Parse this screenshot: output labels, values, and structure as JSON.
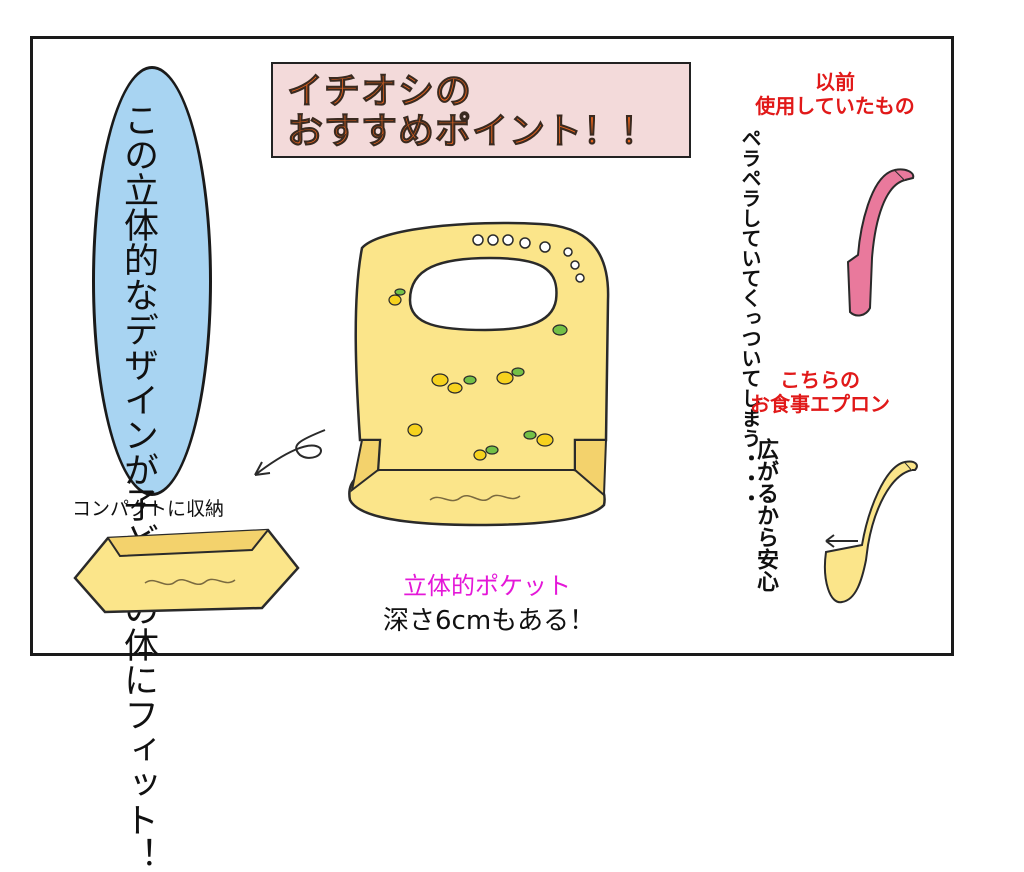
{
  "title": {
    "line1": "イチオシの",
    "line2": "おすすめポイント！！"
  },
  "speech_bubble": {
    "text": "この立体的なデザインが子どもの体にフィット！"
  },
  "previous": {
    "label_line1": "以前",
    "label_line2": "使用していたもの",
    "note": "ペラペラしていてくっついてしまう・・・"
  },
  "current": {
    "label_line1": "こちらの",
    "label_line2": "お食事エプロン",
    "note": "広がるから安心"
  },
  "compact": {
    "label": "コンパクトに収納"
  },
  "pocket": {
    "label": "立体的ポケット",
    "depth": "深さ6cmもある！"
  },
  "colors": {
    "title_bg": "#f3dada",
    "title_text": "#e8641e",
    "bubble": "#a8d4f2",
    "bib": "#fbe58a",
    "old_bib": "#e9799c",
    "red_label": "#e11919",
    "pocket_label": "#e418d8"
  }
}
